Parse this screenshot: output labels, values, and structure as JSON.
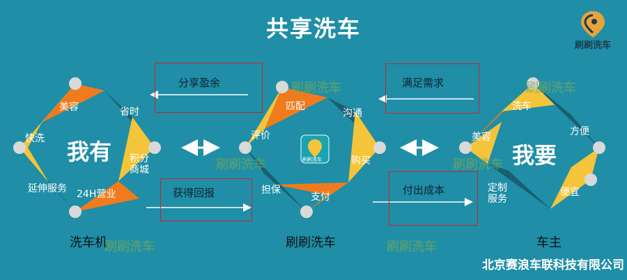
{
  "title": "共享洗车",
  "logo": {
    "text": "刷刷洗车"
  },
  "company": "北京赛浪车联科技有限公司",
  "watermark": "刷刷洗车",
  "app_icon": "刷刷洗车",
  "flows": {
    "share_surplus": "分享盈余",
    "gain_return": "获得回报",
    "satisfy_demand": "满足需求",
    "pay_cost": "付出成本"
  },
  "left_cycle": {
    "center": "我有",
    "label": "洗车机",
    "items": [
      "快洗",
      "美容",
      "省时",
      "积分\n商城",
      "24H营业",
      "延伸服务"
    ]
  },
  "middle_cycle": {
    "label": "刷刷洗车",
    "items": [
      "评价",
      "匹配",
      "沟通",
      "购买",
      "支付",
      "担保"
    ]
  },
  "right_cycle": {
    "center": "我要",
    "label": "车主",
    "items": [
      "洗车",
      "方便",
      "美容",
      "定制\n服务",
      "便宜"
    ]
  },
  "colors": {
    "background": "#1f8ea6",
    "orange": "#f07b1c",
    "yellow": "#f4c43a",
    "dark_teal": "#195f70",
    "red_frame": "#c4282e"
  }
}
